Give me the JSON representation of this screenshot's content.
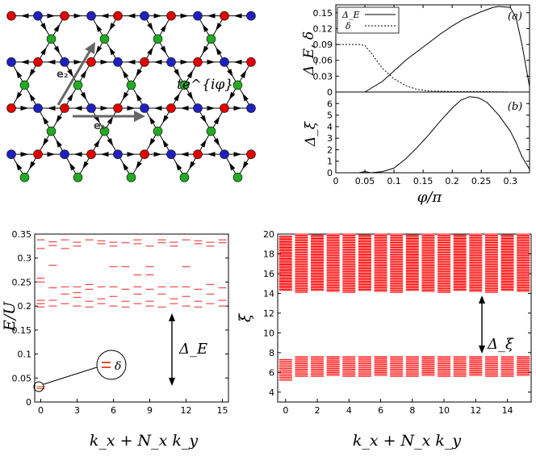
{
  "colors": {
    "red": "#e00000",
    "blue": "#2020c0",
    "green": "#22aa22",
    "gray": "#666666"
  },
  "lattice": {
    "vector_e1": "e₁",
    "vector_e2": "e₂",
    "hopping": "te^{iφ}"
  },
  "chart_data": [
    {
      "id": "a",
      "type": "line",
      "panel_label": "(a)",
      "ylabel": "Δ_E, δ",
      "xlim": [
        0,
        0.333
      ],
      "ylim": [
        0,
        0.165
      ],
      "yticks": [
        "0",
        "0.03",
        "0.06",
        "0.09",
        "0.12",
        "0.15"
      ],
      "grid": false,
      "legend_position": "top-right",
      "series": [
        {
          "name": "Δ_E",
          "style": "solid",
          "x": [
            0,
            0.05,
            0.08,
            0.1,
            0.12,
            0.15,
            0.18,
            0.2,
            0.22,
            0.25,
            0.27,
            0.28,
            0.3,
            0.31,
            0.32,
            0.333
          ],
          "y": [
            0,
            0,
            0.02,
            0.04,
            0.06,
            0.085,
            0.11,
            0.125,
            0.138,
            0.152,
            0.16,
            0.162,
            0.16,
            0.14,
            0.09,
            0.01
          ]
        },
        {
          "name": "δ",
          "style": "dashed",
          "x": [
            0,
            0.04,
            0.05,
            0.06,
            0.07,
            0.08,
            0.1,
            0.12,
            0.14,
            0.16,
            0.2,
            0.25,
            0.3,
            0.333
          ],
          "y": [
            0.09,
            0.09,
            0.088,
            0.075,
            0.06,
            0.045,
            0.025,
            0.012,
            0.005,
            0.002,
            0.001,
            0.001,
            0,
            0
          ]
        }
      ]
    },
    {
      "id": "b",
      "type": "line",
      "panel_label": "(b)",
      "ylabel": "Δ_ξ",
      "xlabel": "φ/π",
      "xlim": [
        0,
        0.333
      ],
      "ylim": [
        0,
        7
      ],
      "xticks": [
        "0",
        "0.05",
        "0.1",
        "0.15",
        "0.2",
        "0.25",
        "0.3"
      ],
      "yticks": [
        "0",
        "1",
        "2",
        "3",
        "4",
        "5",
        "6"
      ],
      "grid": false,
      "series": [
        {
          "name": "",
          "x": [
            0,
            0.04,
            0.05,
            0.06,
            0.08,
            0.1,
            0.12,
            0.14,
            0.16,
            0.18,
            0.2,
            0.215,
            0.23,
            0.245,
            0.26,
            0.28,
            0.3,
            0.31,
            0.32,
            0.333
          ],
          "y": [
            0,
            0,
            0.1,
            0,
            0.1,
            0.4,
            1.2,
            2.2,
            3.3,
            4.5,
            5.6,
            6.3,
            6.6,
            6.5,
            6.1,
            5.0,
            3.6,
            2.6,
            1.4,
            0.3
          ]
        }
      ]
    },
    {
      "id": "c",
      "type": "scatter",
      "ylabel": "E/U",
      "xlabel": "k_x + N_x k_y",
      "annotation_gap": "Δ_E",
      "annotation_split": "δ",
      "xlim": [
        -0.5,
        15.5
      ],
      "ylim": [
        0,
        0.35
      ],
      "xticks": [
        "0",
        "3",
        "6",
        "9",
        "12",
        "15"
      ],
      "yticks": [
        "0",
        "0.05",
        "0.1",
        "0.15",
        "0.2",
        "0.25",
        "0.3",
        "0.35"
      ],
      "grid": false,
      "levels": [
        [
          0.028,
          0.032,
          0.198,
          0.205,
          0.212,
          0.25,
          0.258,
          0.32,
          0.338
        ],
        [
          0.2,
          0.212,
          0.238,
          0.285,
          0.326,
          0.334
        ],
        [
          0.205,
          0.225,
          0.24,
          0.32,
          0.338
        ],
        [
          0.2,
          0.218,
          0.228,
          0.24,
          0.325,
          0.333
        ],
        [
          0.198,
          0.21,
          0.235,
          0.245,
          0.338
        ],
        [
          0.205,
          0.215,
          0.24,
          0.33,
          0.336
        ],
        [
          0.2,
          0.22,
          0.24,
          0.282,
          0.325,
          0.333
        ],
        [
          0.198,
          0.21,
          0.235,
          0.282,
          0.332
        ],
        [
          0.205,
          0.225,
          0.24,
          0.265,
          0.33,
          0.338
        ],
        [
          0.2,
          0.21,
          0.235,
          0.265,
          0.282,
          0.325
        ],
        [
          0.198,
          0.225,
          0.24,
          0.332,
          0.338
        ],
        [
          0.205,
          0.215,
          0.24,
          0.325,
          0.333
        ],
        [
          0.2,
          0.22,
          0.24,
          0.282,
          0.338
        ],
        [
          0.198,
          0.21,
          0.235,
          0.33,
          0.336
        ],
        [
          0.205,
          0.225,
          0.245,
          0.325,
          0.333
        ],
        [
          0.2,
          0.212,
          0.238,
          0.332,
          0.338
        ]
      ]
    },
    {
      "id": "d",
      "type": "scatter",
      "ylabel": "ξ",
      "xlabel": "k_x + N_x k_y",
      "annotation_gap": "Δ_ξ",
      "xlim": [
        -0.5,
        15.5
      ],
      "ylim": [
        3,
        20
      ],
      "xticks": [
        "0",
        "2",
        "4",
        "6",
        "8",
        "10",
        "12",
        "14"
      ],
      "yticks": [
        "4",
        "6",
        "8",
        "10",
        "12",
        "14",
        "16",
        "18",
        "20"
      ],
      "grid": false,
      "bands": [
        [
          5.2,
          7.3,
          14.3,
          19.8
        ],
        [
          5.6,
          7.6,
          14.1,
          20.0
        ],
        [
          5.6,
          7.6,
          14.3,
          19.9
        ],
        [
          5.7,
          7.6,
          14.2,
          20.0
        ],
        [
          5.6,
          7.6,
          14.1,
          20.0
        ],
        [
          5.6,
          7.6,
          14.3,
          19.9
        ],
        [
          5.7,
          7.6,
          14.2,
          20.0
        ],
        [
          5.6,
          7.6,
          14.1,
          20.0
        ],
        [
          5.6,
          7.6,
          14.3,
          19.9
        ],
        [
          5.7,
          7.6,
          14.2,
          20.0
        ],
        [
          5.6,
          7.6,
          14.1,
          20.0
        ],
        [
          5.6,
          7.6,
          14.3,
          19.9
        ],
        [
          5.7,
          7.6,
          14.2,
          20.0
        ],
        [
          5.6,
          7.6,
          14.1,
          20.0
        ],
        [
          5.6,
          7.6,
          14.3,
          19.9
        ],
        [
          5.7,
          7.6,
          14.2,
          20.0
        ]
      ]
    }
  ]
}
